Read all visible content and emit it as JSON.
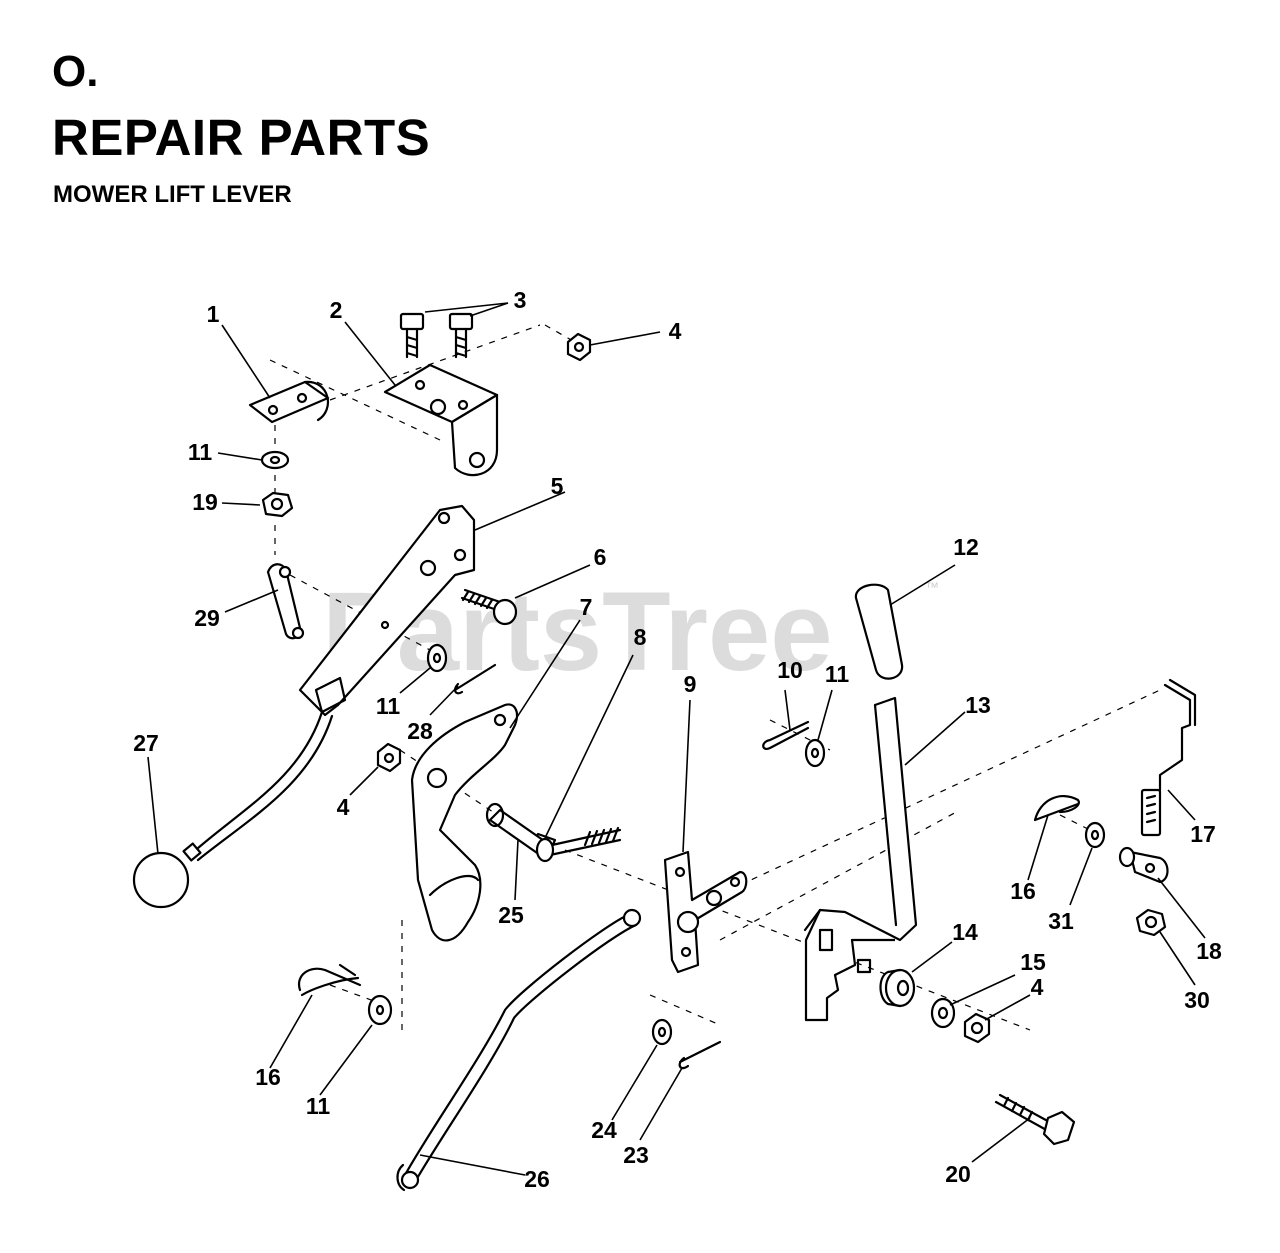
{
  "header": {
    "section": "O.",
    "title": "REPAIR PARTS",
    "subtitle": "MOWER LIFT LEVER"
  },
  "watermark": {
    "text": "PartsTree",
    "trademark": "™"
  },
  "callouts": {
    "c1": "1",
    "c2": "2",
    "c3": "3",
    "c4a": "4",
    "c4b": "4",
    "c4c": "4",
    "c5": "5",
    "c6": "6",
    "c7": "7",
    "c8": "8",
    "c9": "9",
    "c10": "10",
    "c11a": "11",
    "c11b": "11",
    "c11c": "11",
    "c11d": "11",
    "c12": "12",
    "c13": "13",
    "c14": "14",
    "c15": "15",
    "c16a": "16",
    "c16b": "16",
    "c17": "17",
    "c18": "18",
    "c19": "19",
    "c20": "20",
    "c23": "23",
    "c24": "24",
    "c25": "25",
    "c26": "26",
    "c27": "27",
    "c28": "28",
    "c29": "29",
    "c30": "30",
    "c31": "31"
  }
}
